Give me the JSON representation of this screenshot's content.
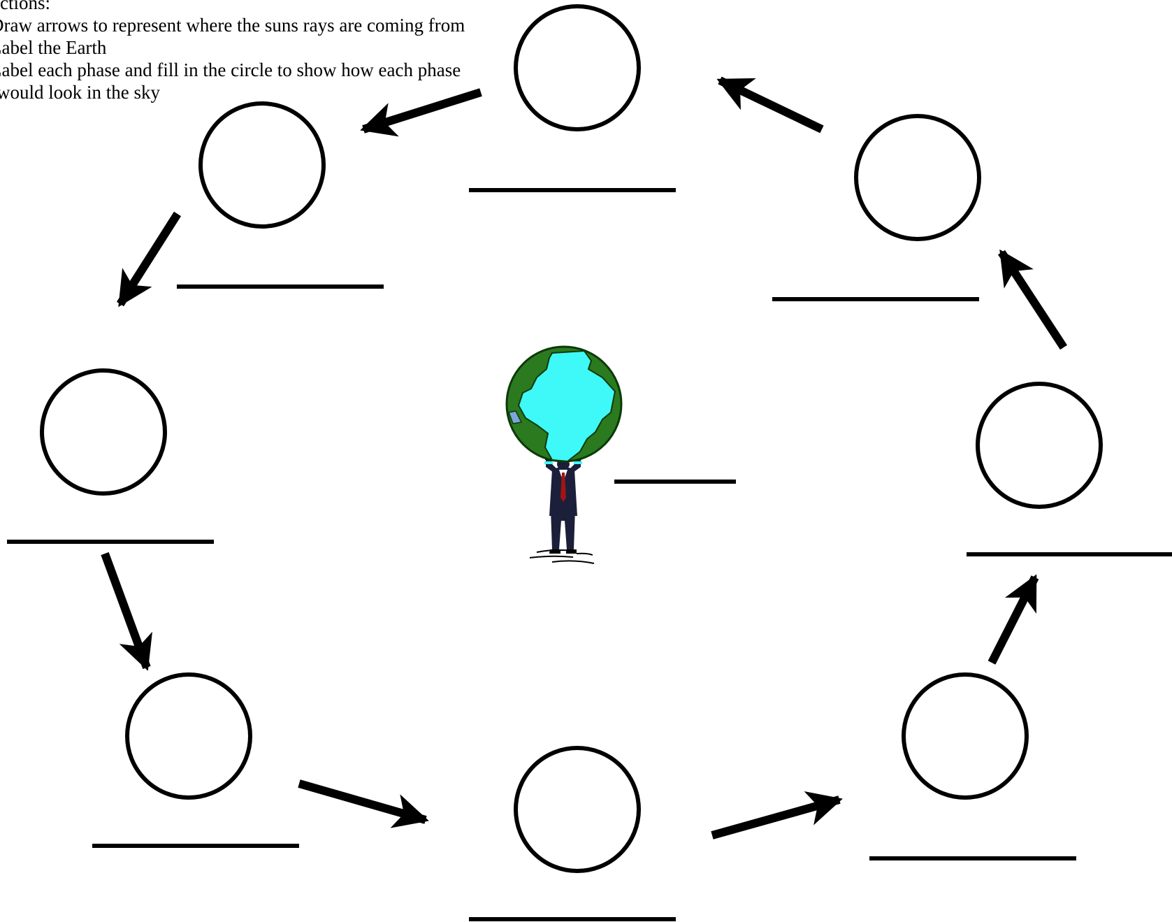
{
  "directions": {
    "heading": "ections:",
    "lines": [
      "Draw arrows to represent where the suns rays are coming from",
      "Label the Earth",
      "Label each phase and fill in the circle to show how each phase",
      "would look in the sky"
    ]
  },
  "colors": {
    "ink": "#000000",
    "ocean": "#2b7a1f",
    "land": "#3ff8f8",
    "lake": "#7aa7d8",
    "suit": "#1b1f3a",
    "tie": "#a01515"
  },
  "icons": {
    "earth": "globe-icon",
    "person": "person-holding-earth-icon"
  }
}
